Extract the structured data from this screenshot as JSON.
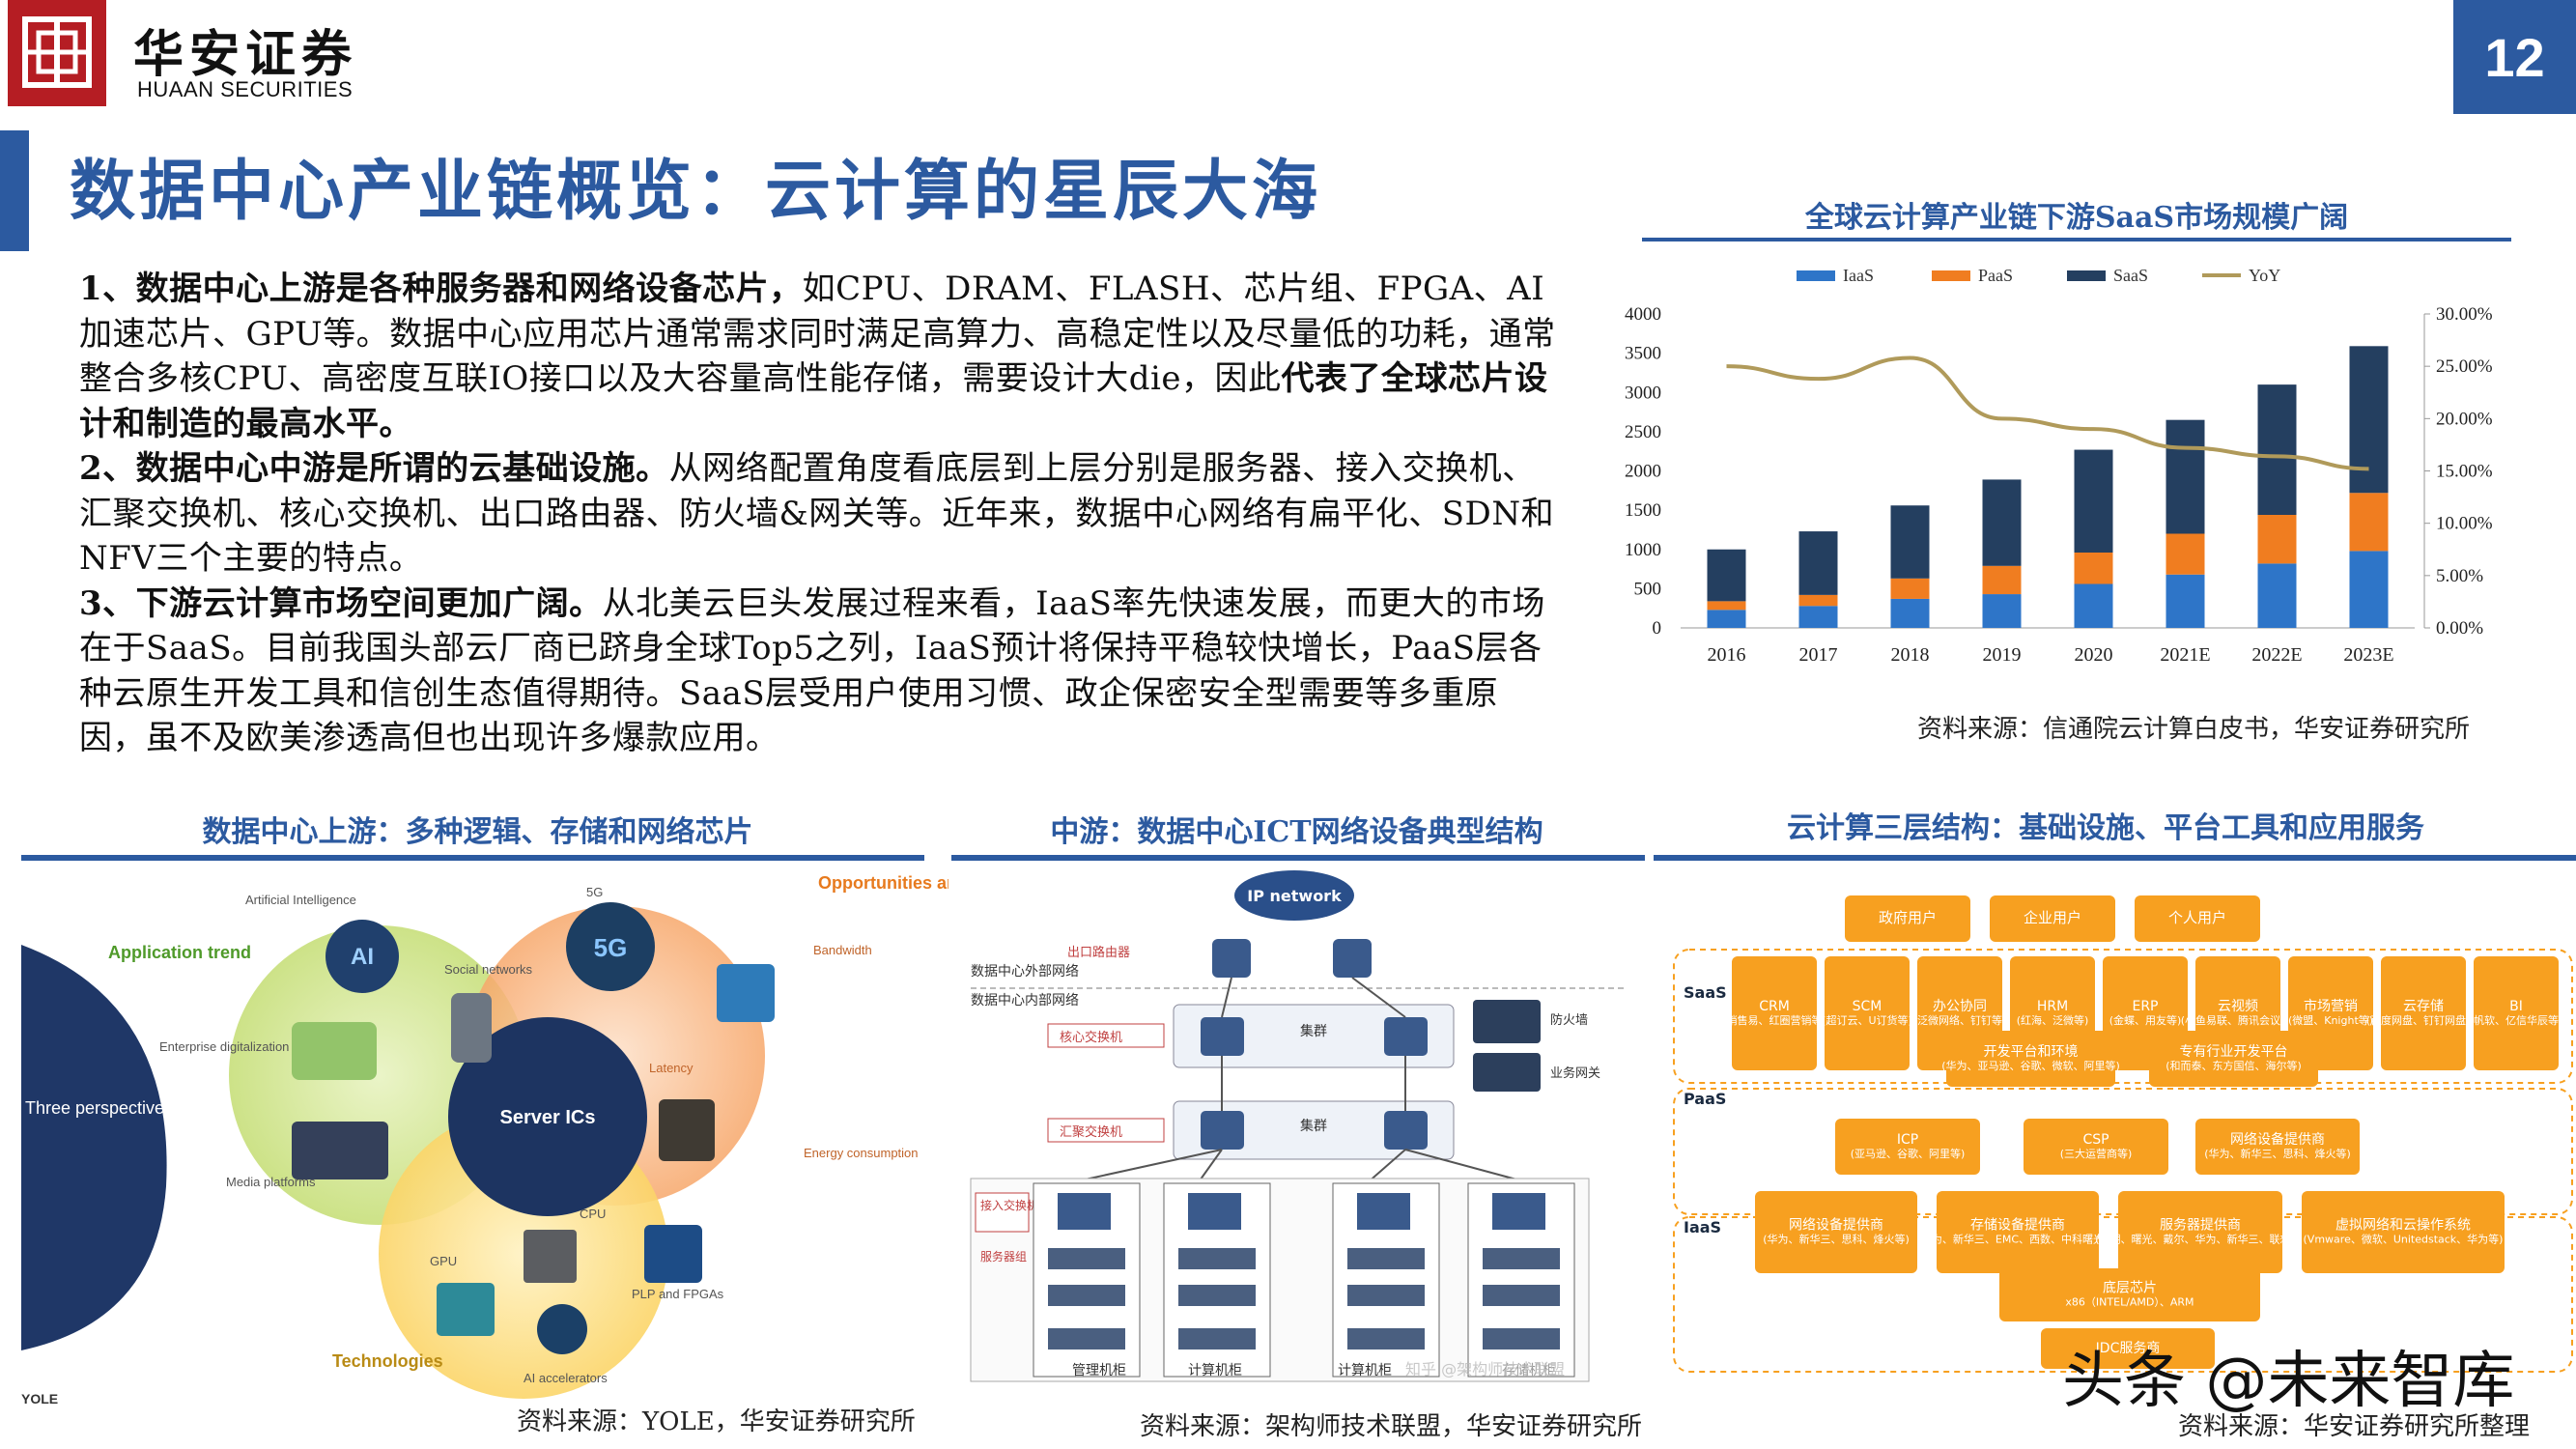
{
  "header": {
    "brand_cn": "华安证券",
    "brand_en": "HUAAN SECURITIES",
    "page_number": "12",
    "title": "数据中心产业链概览：云计算的星辰大海"
  },
  "body": {
    "p1_bold": "1、数据中心上游是各种服务器和网络设备芯片，",
    "p1_text": "如CPU、DRAM、FLASH、芯片组、FPGA、AI加速芯片、GPU等。数据中心应用芯片通常需求同时满足高算力、高稳定性以及尽量低的功耗，通常整合多核CPU、高密度互联IO接口以及大容量高性能存储，需要设计大die，因此",
    "p1_bold2": "代表了全球芯片设计和制造的最高水平。",
    "p2_bold": "2、数据中心中游是所谓的云基础设施。",
    "p2_text": "从网络配置角度看底层到上层分别是服务器、接入交换机、汇聚交换机、核心交换机、出口路由器、防火墙&网关等。近年来，数据中心网络有扁平化、SDN和NFV三个主要的特点。",
    "p3_bold": "3、下游云计算市场空间更加广阔。",
    "p3_text": "从北美云巨头发展过程来看，IaaS率先快速发展，而更大的市场在于SaaS。目前我国头部云厂商已跻身全球Top5之列，IaaS预计将保持平稳较快增长，PaaS层各种云原生开发工具和信创生态值得期待。SaaS层受用户使用习惯、政企保密安全型需要等多重原因，虽不及欧美渗透高但也出现许多爆款应用。"
  },
  "chart_data": {
    "type": "bar",
    "stacked": true,
    "title": "全球云计算产业链下游SaaS市场规模广阔",
    "categories": [
      "2016",
      "2017",
      "2018",
      "2019",
      "2020",
      "2021E",
      "2022E",
      "2023E"
    ],
    "series": [
      {
        "name": "IaaS",
        "color": "#2e75c8",
        "values": [
          230,
          280,
          370,
          430,
          560,
          680,
          820,
          980
        ]
      },
      {
        "name": "PaaS",
        "color": "#f07d20",
        "values": [
          110,
          140,
          260,
          360,
          400,
          520,
          620,
          740
        ]
      },
      {
        "name": "SaaS",
        "color": "#243f60",
        "values": [
          660,
          810,
          930,
          1100,
          1310,
          1450,
          1660,
          1870
        ]
      }
    ],
    "line": {
      "name": "YoY",
      "color": "#b09a5a",
      "values": [
        25.0,
        23.8,
        25.8,
        20.0,
        19.0,
        17.2,
        16.4,
        15.2
      ]
    },
    "yticks": [
      "0",
      "500",
      "1000",
      "1500",
      "2000",
      "2500",
      "3000",
      "3500",
      "4000"
    ],
    "y2ticks": [
      "0.00%",
      "5.00%",
      "10.00%",
      "15.00%",
      "20.00%",
      "25.00%",
      "30.00%"
    ],
    "ylim": [
      0,
      4000
    ],
    "y2lim": [
      0,
      30
    ],
    "legend_position": "top",
    "grid": false,
    "source": "资料来源：信通院云计算白皮书，华安证券研究所"
  },
  "sections": {
    "upstream": {
      "title": "数据中心上游：多种逻辑、存储和网络芯片",
      "source": "资料来源：YOLE，华安证券研究所",
      "labels": {
        "three": "Three perspectives by which to view servers.",
        "app_trend": "Application trend",
        "opp": "Opportunities and constraints",
        "tech": "Technologies",
        "server_ics": "Server ICs",
        "ai_intel": "Artificial Intelligence",
        "social": "Social networks",
        "enterprise": "Enterprise digitalization",
        "media": "Media platforms",
        "g5": "5G",
        "bandwidth": "Bandwidth",
        "latency": "Latency",
        "energy": "Energy consumption",
        "cpu": "CPU",
        "gpu": "GPU",
        "plp": "PLP and FPGAs",
        "ai_acc": "AI accelerators",
        "yole": "YOLE",
        "ai_chip": "AI",
        "g5_chip": "5G"
      }
    },
    "midstream": {
      "title": "中游：数据中心ICT网络设备典型结构",
      "source": "资料来源：架构师技术联盟，华安证券研究所",
      "labels": {
        "ip_network": "IP network",
        "outside": "数据中心外部网络",
        "inside": "数据中心内部网络",
        "exit_router": "出口路由器",
        "core_switch": "核心交换机",
        "agg_switch": "汇聚交换机",
        "access_switch": "接入交换机",
        "server_group": "服务器组",
        "cluster": "集群",
        "firewall": "防火墙",
        "gateway": "业务网关",
        "mgmt_rack": "管理机柜",
        "compute_rack": "计算机柜",
        "storage_rack": "存储机柜",
        "wm": "知乎 @架构师技术联盟"
      }
    },
    "downstream": {
      "title": "云计算三层结构：基础设施、平台工具和应用服务",
      "source": "资料来源：华安证券研究所整理",
      "users": [
        "政府用户",
        "企业用户",
        "个人用户"
      ],
      "layers": [
        "SaaS",
        "PaaS",
        "IaaS"
      ],
      "saas": [
        "CRM\n(销售易、红圈营销等)",
        "SCM\n(超订云、U订货等)",
        "办公协同\n(泛微网络、钉钉等)",
        "HRM\n(红海、泛微等)",
        "ERP\n(金蝶、用友等)",
        "云视频\n(小鱼易联、腾讯会议等)",
        "市场营销\n(微盟、Knight等)",
        "云存储\n(百度网盘、钉钉网盘等)",
        "BI\n(帆软、亿信华辰等)"
      ],
      "paas": [
        "开发平台和环境\n(华为、亚马逊、谷歌、微软、阿里等)",
        "专有行业开发平台\n(和而泰、东方国信、海尔等)"
      ],
      "paas2": [
        "ICP\n(亚马逊、谷歌、阿里等)",
        "CSP\n(三大运营商等)",
        "网络设备提供商\n(华为、新华三、思科、烽火等)"
      ],
      "iaas": [
        "网络设备提供商\n(华为、新华三、思科、烽火等)",
        "存储设备提供商\n(华为、新华三、EMC、西数、中科曙光等)",
        "服务器提供商\n(浪潮、曙光、戴尔、华为、新华三、联想等)",
        "虚拟网络和云操作系统\n(Vmware、微软、Unitedstack、华为等)"
      ],
      "chip": "底层芯片\nx86（INTEL/AMD）、ARM",
      "idc": "IDC服务商"
    }
  },
  "watermark": "头条 @未来智库"
}
